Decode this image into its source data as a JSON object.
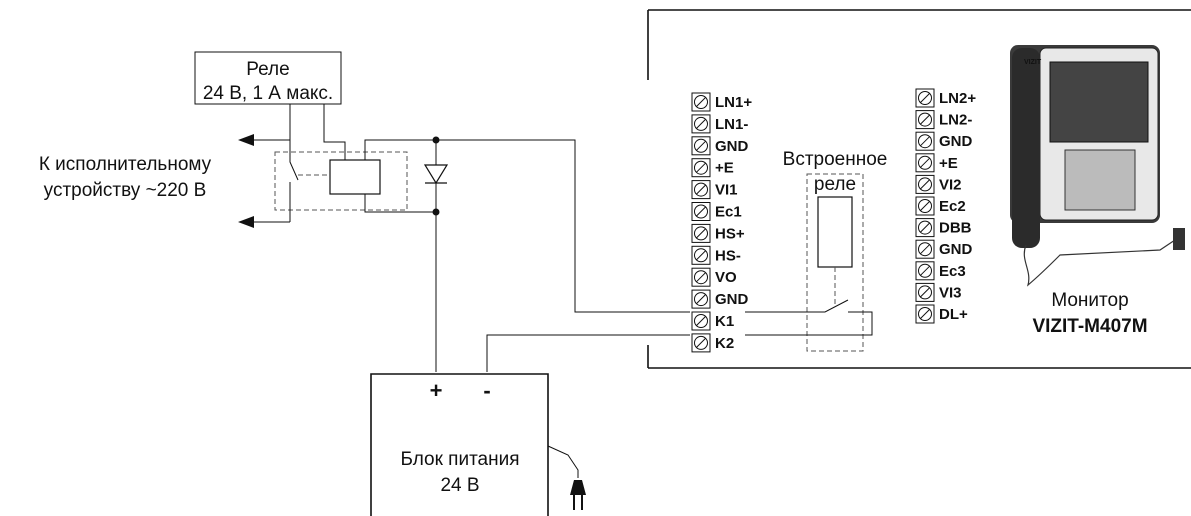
{
  "relay_box": {
    "line1": "Реле",
    "line2": "24 В, 1 А макс."
  },
  "actuator_label": {
    "line1": "К исполнительному",
    "line2": "устройству ~220 В"
  },
  "builtin_relay_label": {
    "line1": "Встроенное",
    "line2": "реле"
  },
  "terminal_block_1": [
    "LN1+",
    "LN1-",
    "GND",
    "+E",
    "VI1",
    "Ec1",
    "HS+",
    "HS-",
    "VO",
    "GND",
    "K1",
    "K2"
  ],
  "terminal_block_2": [
    "LN2+",
    "LN2-",
    "GND",
    "+E",
    "VI2",
    "Ec2",
    "DBB",
    "GND",
    "Ec3",
    "VI3",
    "DL+"
  ],
  "monitor": {
    "label": "Монитор",
    "model": "VIZIT-M407M",
    "brand": "VIZIT"
  },
  "power_supply": {
    "plus": "+",
    "minus": "-",
    "line1": "Блок питания",
    "line2": "24 В"
  }
}
